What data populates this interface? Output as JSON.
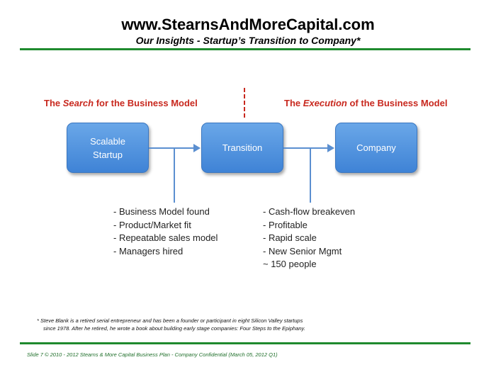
{
  "header": {
    "site_title": "www.StearnsAndMoreCapital.com",
    "subtitle": "Our Insights - Startup’s Transition to Company*"
  },
  "diagram": {
    "left_heading": {
      "pre": "The ",
      "em": "Search",
      "post": " for the Business Model"
    },
    "right_heading": {
      "pre": "The ",
      "em": "Execution",
      "post": " of the Business Model"
    },
    "boxes": [
      {
        "line1": "Scalable",
        "line2": "Startup"
      },
      {
        "line1": "Transition",
        "line2": ""
      },
      {
        "line1": "Company",
        "line2": ""
      }
    ],
    "left_bullets": [
      "- Business Model found",
      "- Product/Market fit",
      "- Repeatable sales model",
      "- Managers hired"
    ],
    "right_bullets": [
      "- Cash-flow breakeven",
      "- Profitable",
      "- Rapid scale",
      "- New Senior Mgmt",
      "~ 150 people"
    ],
    "colors": {
      "heading_red": "#c8281e",
      "box_blue": "#4f8fdc",
      "rule_green": "#1f8a2e"
    }
  },
  "footnote": {
    "line1": "* Steve Blank is a retired serial entrepreneur and has been a founder or participant in eight Silicon Valley startups",
    "line2": "since 1978. After he retired, he wrote a book about building early stage companies: Four Steps to the Epiphany."
  },
  "footer": {
    "text": "Slide 7 © 2010 - 2012 Stearns & More Capital Business Plan - Company Confidential (March 05, 2012 Q1)"
  }
}
